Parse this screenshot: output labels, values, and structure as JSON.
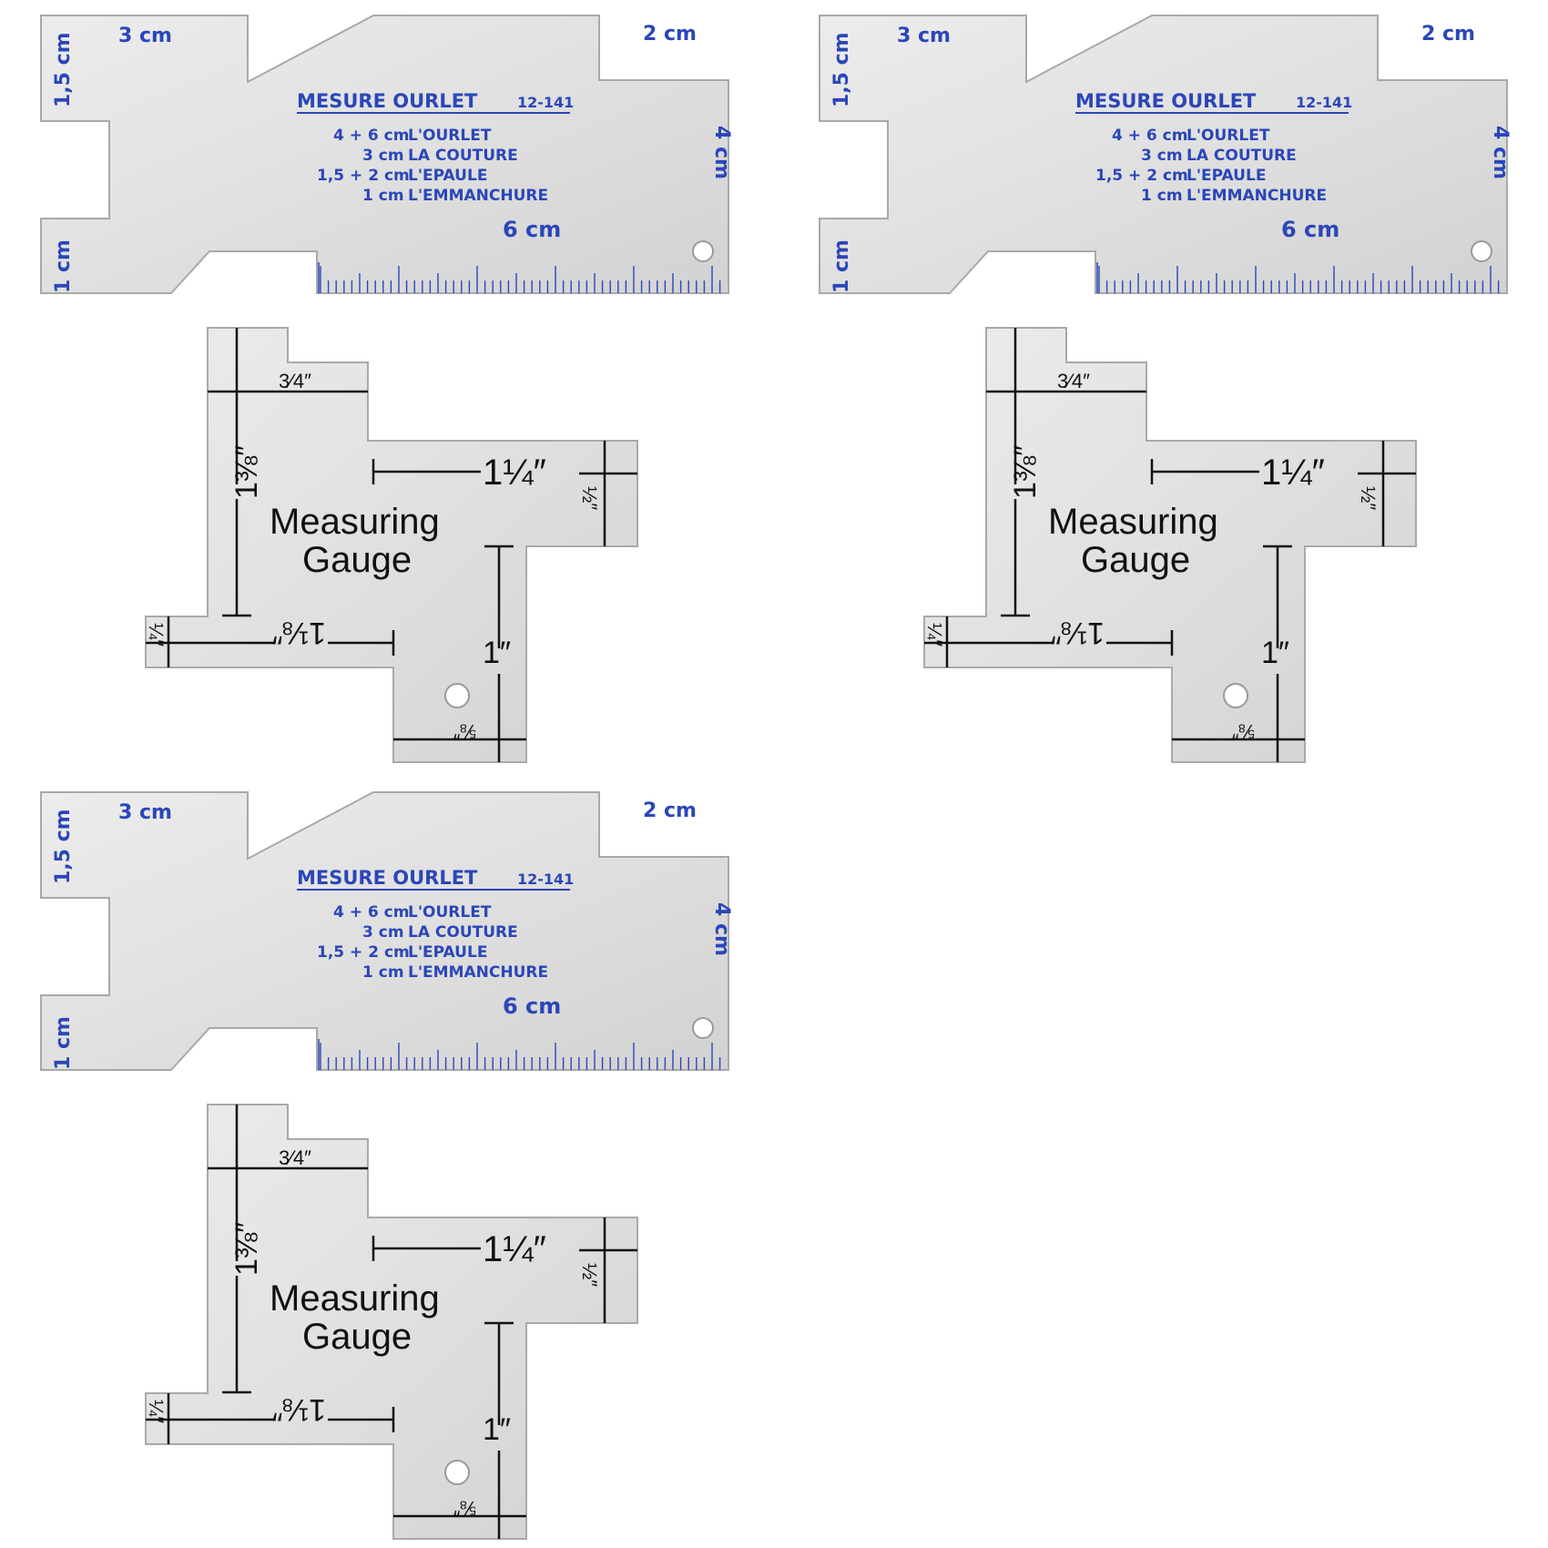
{
  "colors": {
    "metal_light": "#e6e6e6",
    "metal_dark": "#cfcfcf",
    "metal_edge": "#a9a9a9",
    "print_blue": "#2b46b8",
    "print_black": "#111111",
    "background": "#ffffff"
  },
  "hem_gauge": {
    "title": "MESURE OURLET",
    "model": "12-141",
    "lines": [
      {
        "num": "4 + 6 cm",
        "label": "L'OURLET"
      },
      {
        "num": "3 cm",
        "label": "LA COUTURE"
      },
      {
        "num": "1,5 + 2 cm",
        "label": "L'EPAULE"
      },
      {
        "num": "1 cm",
        "label": "L'EMMANCHURE"
      }
    ],
    "labels": {
      "three_cm": "3 cm",
      "two_cm": "2 cm",
      "one_five_cm": "1,5 cm",
      "one_cm": "1 cm",
      "four_cm": "4 cm",
      "six_cm": "6 cm"
    }
  },
  "measuring_gauge": {
    "title_line1": "Measuring",
    "title_line2": "Gauge",
    "marks": {
      "three_quarter": "3⁄4″",
      "one_three_eighths": "1⅜″",
      "one_quarter_big": "1¼″",
      "half": "½″",
      "quarter": "¼″",
      "one_eighth": "1⅛″",
      "one": "1″",
      "five_eighths": "⅝″"
    }
  },
  "instances": {
    "hem_gauges": [
      "hem-gauge-1",
      "hem-gauge-2",
      "hem-gauge-3"
    ],
    "measuring_gauges": [
      "measuring-gauge-1",
      "measuring-gauge-2",
      "measuring-gauge-3"
    ]
  }
}
